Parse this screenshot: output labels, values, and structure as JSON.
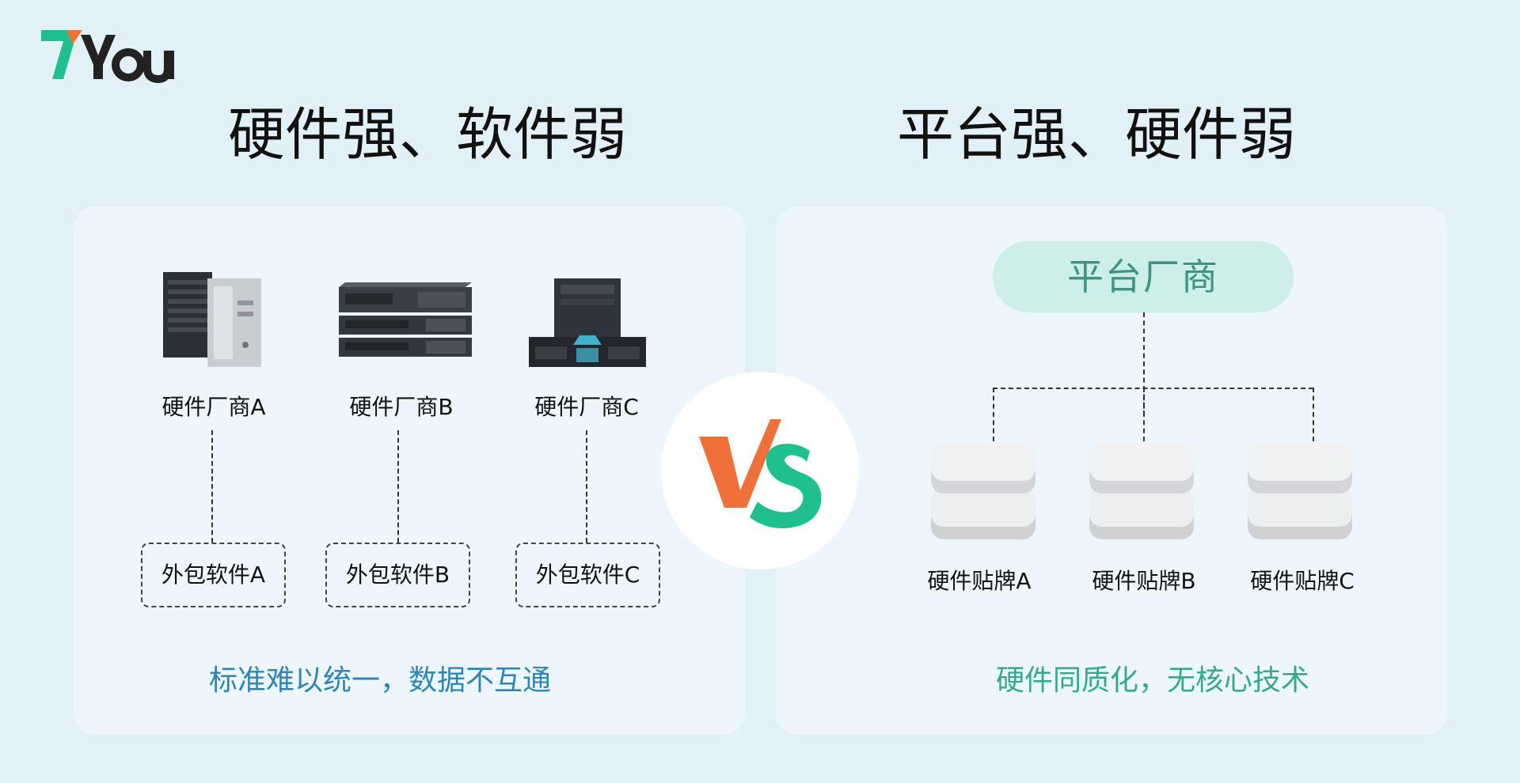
{
  "logo": {
    "text": "7You",
    "accent_color": "#1fc08f",
    "dark_color": "#222222"
  },
  "left": {
    "heading": "硬件强、软件弱",
    "vendors": [
      {
        "name": "硬件厂商A",
        "image": "server-tower-icon"
      },
      {
        "name": "硬件厂商B",
        "image": "rack-server-icon"
      },
      {
        "name": "硬件厂商C",
        "image": "workstation-icon"
      }
    ],
    "software": [
      "外包软件A",
      "外包软件B",
      "外包软件C"
    ],
    "caption": "标准难以统一，数据不互通",
    "caption_color": "#2f86b6"
  },
  "vs": {
    "v": "V",
    "s": "S",
    "v_color": "#f0703a",
    "s_color": "#1fc08f"
  },
  "right": {
    "heading": "平台强、硬件弱",
    "platform": "平台厂商",
    "brands": [
      "硬件贴牌A",
      "硬件贴牌B",
      "硬件贴牌C"
    ],
    "caption": "硬件同质化，无核心技术",
    "caption_color": "#35a98f"
  }
}
